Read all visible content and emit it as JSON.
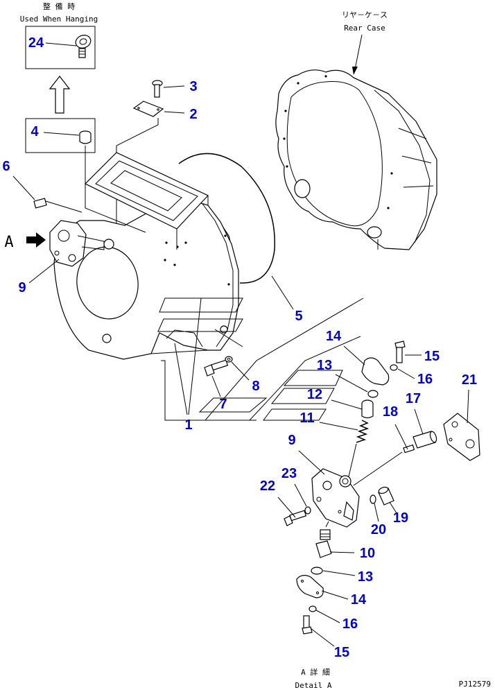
{
  "header": {
    "maint_jp": "整 備 時",
    "maint_en": "Used When Hanging",
    "rear_case_jp": "リヤ－ケ－ス",
    "rear_case_en": "Rear Case"
  },
  "view_marker": "A",
  "detail": {
    "title_jp": "A  詳  細",
    "title_en": "Detail A"
  },
  "drawing_code": "PJ12579",
  "callouts": {
    "c24": "24",
    "c3": "3",
    "c2": "2",
    "c4": "4",
    "c6": "6",
    "c9a": "9",
    "c5": "5",
    "c14a": "14",
    "c15a": "15",
    "c13a": "13",
    "c16a": "16",
    "c21": "21",
    "c8": "8",
    "c7": "7",
    "c12": "12",
    "c17": "17",
    "c18": "18",
    "c11": "11",
    "c1": "1",
    "c9b": "9",
    "c23": "23",
    "c22": "22",
    "c20": "20",
    "c19": "19",
    "c10": "10",
    "c13b": "13",
    "c14b": "14",
    "c16b": "16",
    "c15b": "15"
  },
  "colors": {
    "callout": "#0000cc",
    "line": "#000000",
    "background": "#ffffff"
  }
}
